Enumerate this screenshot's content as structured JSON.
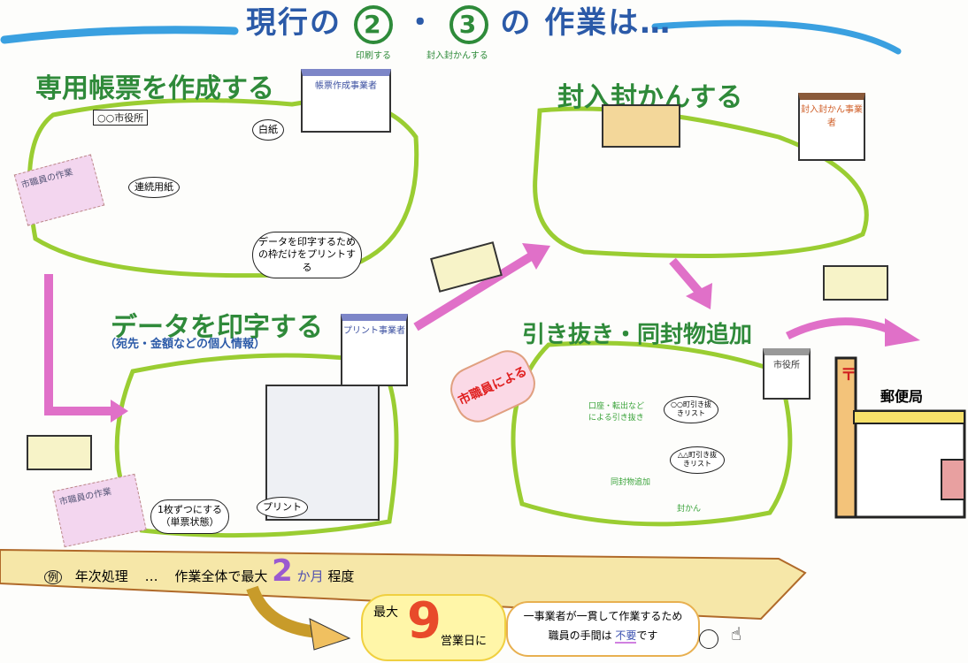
{
  "title": {
    "prefix": "現行の",
    "num2": "2",
    "dot": "・",
    "num3": "3",
    "suffix": "の 作業は…",
    "num2_caption": "印刷する",
    "num3_caption": "封入封かんする"
  },
  "panels": {
    "create_forms": {
      "heading": "専用帳票を作成する",
      "building": "帳票作成事業者",
      "box_label": "○○市役所",
      "bubble_blank": "白紙",
      "bubble_paper": "連続用紙",
      "bubble_print": "データを印字するための枠だけをプリントする",
      "staff_note": "市職員の作業"
    },
    "print_data": {
      "heading": "データを印字する",
      "subheading": "（宛先・金額などの個人情報）",
      "building": "プリント事業者",
      "bubble_separate": "1枚ずつにする（単票状態）",
      "bubble_print": "プリント",
      "staff_note": "市職員の作業"
    },
    "enclose_seal": {
      "heading": "封入封かんする",
      "building": "封入封かん事業者"
    },
    "pull_add": {
      "heading": "引き抜き・同封物追加",
      "by_staff": "市職員による",
      "building": "市役所",
      "pull_note": "口座・転出などによる引き抜き",
      "list1": "○○町引き抜きリスト",
      "list2": "△△町引き抜きリスト",
      "add_note": "同封物追加",
      "seal_note": "封かん"
    }
  },
  "post_office": {
    "label": "郵便局",
    "mark": "〒"
  },
  "bottom": {
    "example": "例",
    "task": "年次処理",
    "ellipsis": "…",
    "overall": "作業全体で最大",
    "months": "2",
    "months_unit": "か月",
    "approx": "程度",
    "max": "最大",
    "days": "9",
    "days_unit": "営業日に",
    "reason_line1": "一事業者が一貫して作業するため",
    "reason_line2_a": "職員の手間は",
    "reason_line2_b": "不要",
    "reason_line2_c": "です"
  },
  "colors": {
    "title": "#2b5aa8",
    "heading": "#2f8a3a",
    "blob": "#9acd32",
    "arrow": "#e070c8",
    "timeline": "#f6e7a8"
  }
}
